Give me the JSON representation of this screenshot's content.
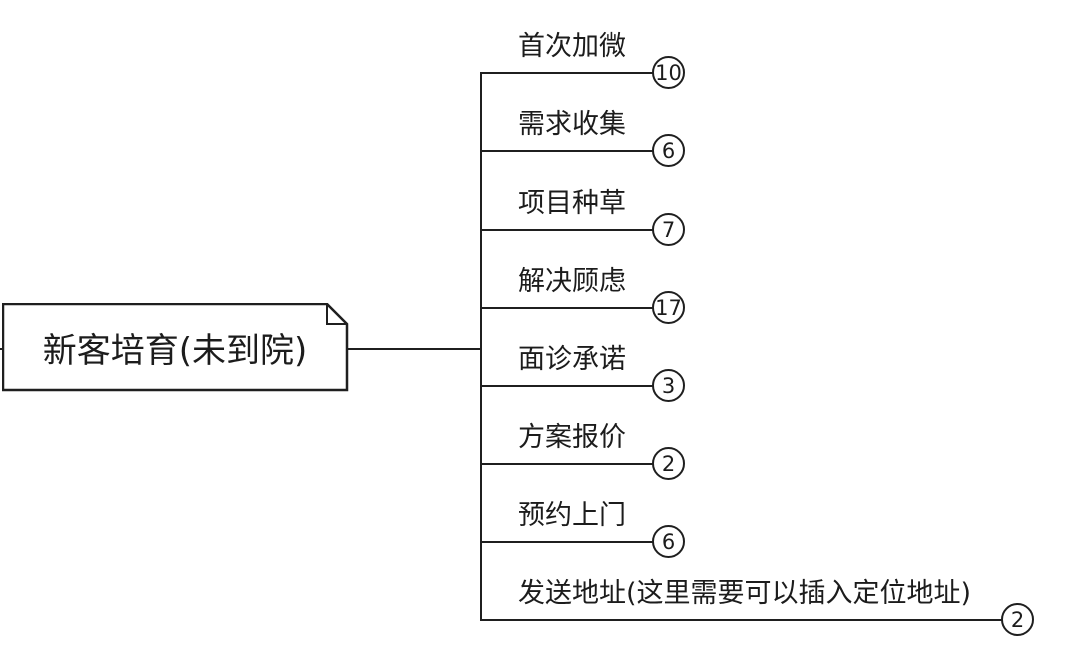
{
  "colors": {
    "line": "#1f1f1f",
    "bg": "#ffffff",
    "text": "#1c1c1c"
  },
  "root": {
    "label": "新客培育(未到院)"
  },
  "branches": [
    {
      "label": "首次加微",
      "count": "10"
    },
    {
      "label": "需求收集",
      "count": "6"
    },
    {
      "label": "项目种草",
      "count": "7"
    },
    {
      "label": "解决顾虑",
      "count": "17"
    },
    {
      "label": "面诊承诺",
      "count": "3"
    },
    {
      "label": "方案报价",
      "count": "2"
    },
    {
      "label": "预约上门",
      "count": "6"
    },
    {
      "label": "发送地址(这里需要可以插入定位地址)",
      "count": "2"
    }
  ]
}
